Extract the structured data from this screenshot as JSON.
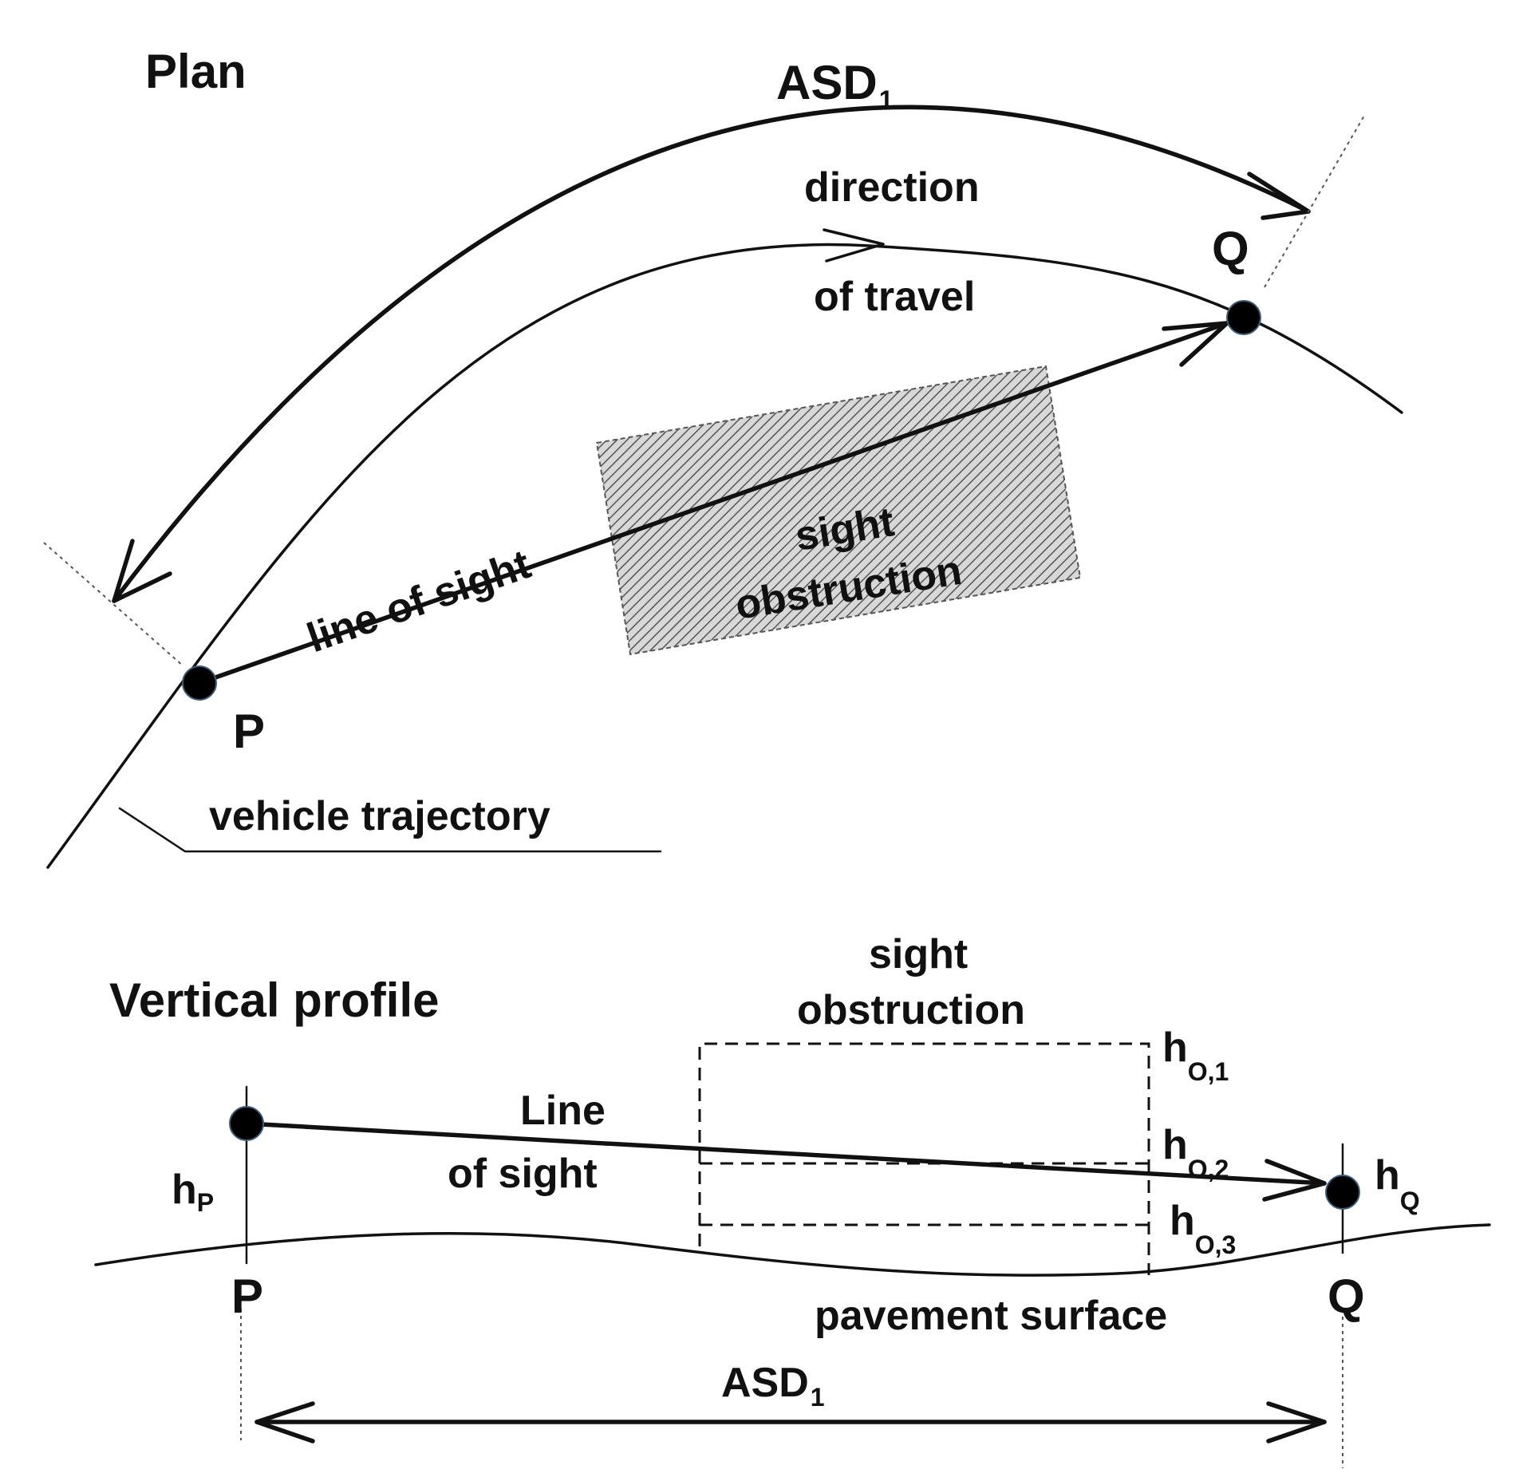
{
  "plan": {
    "title": "Plan",
    "asd": {
      "main": "ASD",
      "sub": "1"
    },
    "direction": {
      "line1": "direction",
      "line2": "of travel"
    },
    "point_p": "P",
    "point_q": "Q",
    "line_of_sight": "line of sight",
    "obstruction": {
      "line1": "sight",
      "line2": "obstruction"
    },
    "trajectory": "vehicle trajectory"
  },
  "profile": {
    "title": "Vertical profile",
    "obstruction": {
      "line1": "sight",
      "line2": "obstruction"
    },
    "line_of_sight": {
      "line1": "Line",
      "line2": "of sight"
    },
    "h_p": {
      "main": "h",
      "sub": "P"
    },
    "h_q": {
      "main": "h",
      "sub": "Q"
    },
    "h_o1": {
      "main": "h",
      "sub": "O,1"
    },
    "h_o2": {
      "main": "h",
      "sub": "O,2"
    },
    "h_o3": {
      "main": "h",
      "sub": "O,3"
    },
    "point_p": "P",
    "point_q": "Q",
    "pavement": "pavement surface",
    "asd": {
      "main": "ASD",
      "sub": "1"
    }
  }
}
